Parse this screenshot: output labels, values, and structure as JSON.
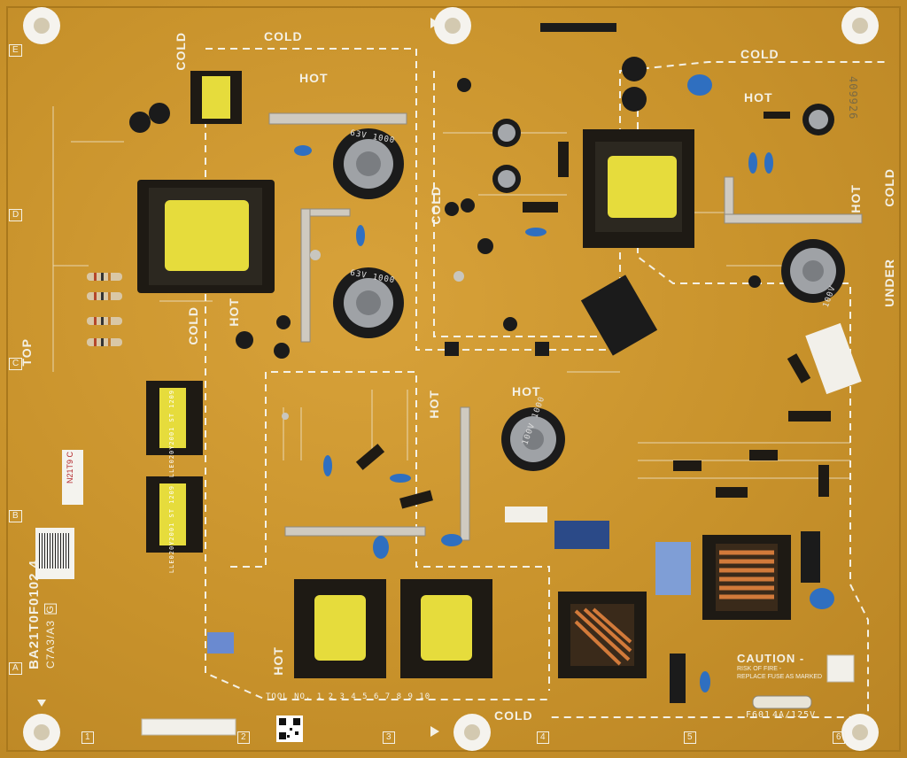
{
  "board": {
    "part_number": "BA21T0F0102 4",
    "revision": "C7A3/A3",
    "revision_box": "G",
    "tool_number": "TOOL NO. 1 2 3 4 5 6 7 8 9 10"
  },
  "zones": {
    "cold": "COLD",
    "hot": "HOT",
    "top": "TOP",
    "under": "UNDER"
  },
  "grid_rows": [
    "E",
    "D",
    "C",
    "B",
    "A"
  ],
  "grid_cols": [
    "1",
    "2",
    "3",
    "4",
    "5",
    "6"
  ],
  "serial_code": "409926",
  "fuse": {
    "label": "F601",
    "rating": "4A/125V"
  },
  "caution": {
    "title": "CAUTION -",
    "line1": "RISK OF FIRE -",
    "line2": "REPLACE FUSE AS MARKED"
  },
  "capacitors": {
    "main_1": "63V 1000",
    "main_2": "63V 1000",
    "secondary": "100V",
    "bottom": "100V 1000"
  },
  "transformers": {
    "left_top_marking": "LLE020Y2001 ST 1209",
    "left_bottom_marking": "LLE020Y2001 ST 1209"
  },
  "colors": {
    "pcb": "#c8922b",
    "silkscreen": "#f4f1e6",
    "transformer_core": "#1e1a14",
    "transformer_winding": "#e6dc3c",
    "capacitor_blue": "#2f6fc0"
  },
  "sticker_text": "N21T9 C"
}
